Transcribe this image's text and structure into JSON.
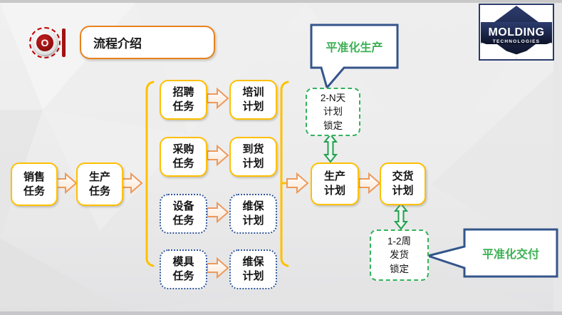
{
  "slide": {
    "section_marker": "O",
    "title": "流程介绍",
    "logo": {
      "name": "MOLDING",
      "subtitle": "TECHNOLOGIES"
    }
  },
  "flow": {
    "sales_task": "销售\n任务",
    "production_task": "生产\n任务",
    "branches": [
      {
        "task": "招聘\n任务",
        "plan": "培训\n计划"
      },
      {
        "task": "采购\n任务",
        "plan": "到货\n计划"
      },
      {
        "task": "设备\n任务",
        "plan": "维保\n计划"
      },
      {
        "task": "模具\n任务",
        "plan": "维保\n计划"
      }
    ],
    "production_plan": "生产\n计划",
    "delivery_plan": "交货\n计划",
    "production_lock": "2-N天\n计划\n锁定",
    "delivery_lock": "1-2周\n发货\n锁定",
    "callout_production": "平准化生产",
    "callout_delivery": "平准化交付"
  },
  "colors": {
    "box_border_yellow": "#FFC000",
    "box_border_blue_dotted": "#2F5597",
    "box_border_green_dashed": "#35B25D",
    "arrow_orange_outline": "#EC9A5C",
    "double_arrow_green": "#21A04F",
    "callout_border_navy": "#34558B",
    "callout_text_green": "#3CB054",
    "emblem_red": "#A31111",
    "title_border_orange": "#E8821E",
    "logo_navy": "#1B2544"
  }
}
